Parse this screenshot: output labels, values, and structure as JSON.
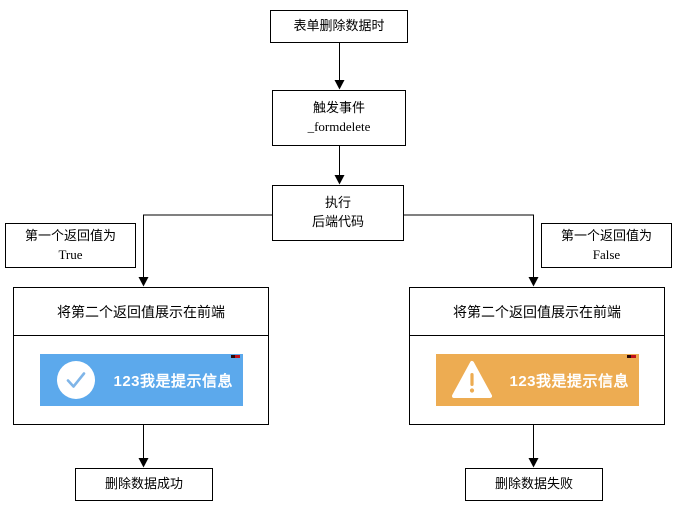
{
  "flowchart": {
    "start": {
      "label": "表单删除数据时"
    },
    "trigger": {
      "line1": "触发事件",
      "line2": "_formdelete"
    },
    "execute": {
      "line1": "执行",
      "line2": "后端代码"
    },
    "branch_true": {
      "line1": "第一个返回值为",
      "line2": "True"
    },
    "branch_false": {
      "line1": "第一个返回值为",
      "line2": "False"
    },
    "display_left": {
      "header": "将第二个返回值展示在前端",
      "toast": {
        "text": "123我是提示信息",
        "icon": "check-circle-icon",
        "bg_color": "#5CA9EC"
      }
    },
    "display_right": {
      "header": "将第二个返回值展示在前端",
      "toast": {
        "text": "123我是提示信息",
        "icon": "warning-triangle-icon",
        "bg_color": "#EDAC52"
      }
    },
    "end_success": {
      "label": "删除数据成功"
    },
    "end_failure": {
      "label": "删除数据失败"
    },
    "colors": {
      "success_toast_bg": "#5CA9EC",
      "warning_toast_bg": "#EDAC52",
      "toast_text": "#FFFFFF",
      "check_stroke": "#7FB5E8",
      "warning_glyph": "#EDAC52",
      "line": "#000000",
      "corner_mark_red": "#C0111A"
    }
  }
}
